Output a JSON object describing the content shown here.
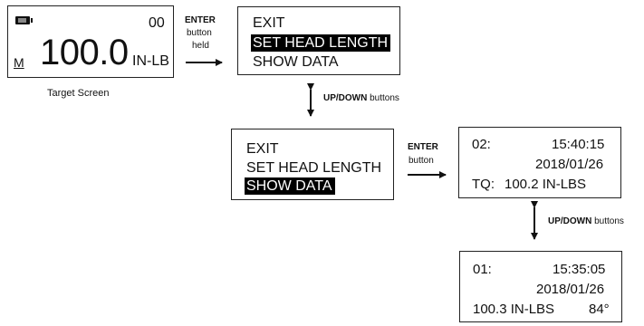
{
  "target_screen": {
    "battery_icon": "battery-icon",
    "count": "00",
    "mode": "M",
    "value": "100.0",
    "unit": "IN-LB",
    "caption": "Target Screen"
  },
  "enter_held": {
    "line1": "ENTER",
    "line2": "button",
    "line3": "held"
  },
  "menu_top": {
    "items": [
      "EXIT",
      "SET HEAD LENGTH",
      "SHOW DATA"
    ],
    "selected_index": 1
  },
  "updown_1": {
    "bold": "UP/DOWN",
    "rest": " buttons"
  },
  "menu_mid": {
    "items": [
      "EXIT",
      "SET HEAD LENGTH",
      "SHOW DATA"
    ],
    "selected_index": 2
  },
  "enter_2": {
    "line1": "ENTER",
    "line2": "button"
  },
  "record_02": {
    "index": "02:",
    "time": "15:40:15",
    "date": "2018/01/26",
    "tq_label": "TQ:",
    "tq_value": "100.2 IN-LBS"
  },
  "updown_2": {
    "bold": "UP/DOWN",
    "rest": " buttons"
  },
  "record_01": {
    "index": "01:",
    "time": "15:35:05",
    "date": "2018/01/26",
    "tq_value": "100.3 IN-LBS",
    "angle": "84°"
  }
}
